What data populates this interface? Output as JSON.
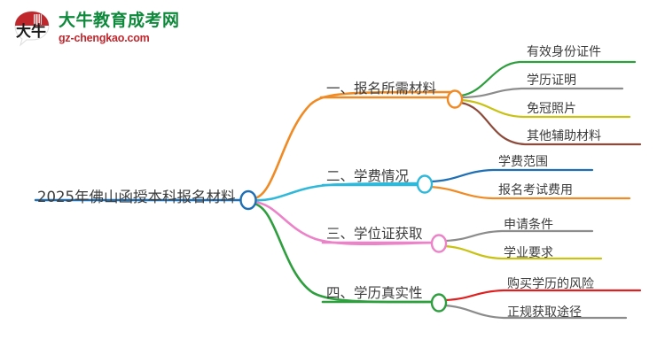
{
  "logo": {
    "icon": "speech-bubble-logo",
    "brand_cn": "大牛教育成考网",
    "brand_glyph": "大牛",
    "domain": "gz-chengkao.com",
    "brand_color": "#0f8a3c",
    "domain_color": "#c0272d",
    "mark_color": "#c0272d"
  },
  "mindmap": {
    "root": {
      "label": "2025年佛山函授本科报名材料",
      "color": "#1f6fb5"
    },
    "branches": [
      {
        "label": "一、报名所需材料",
        "color": "#f08a24",
        "children": [
          {
            "label": "有效身份证件",
            "color": "#2e9e3e"
          },
          {
            "label": "学历证明",
            "color": "#8c8c8c"
          },
          {
            "label": "免冠照片",
            "color": "#c8c215"
          },
          {
            "label": "其他辅助材料",
            "color": "#8c4a3a"
          }
        ]
      },
      {
        "label": "二、学费情况",
        "color": "#2fb8d9",
        "children": [
          {
            "label": "学费范围",
            "color": "#1f6fb5"
          },
          {
            "label": "报名考试费用",
            "color": "#f08a24"
          }
        ]
      },
      {
        "label": "三、学位证获取",
        "color": "#ec82c8",
        "children": [
          {
            "label": "申请条件",
            "color": "#8c8c8c"
          },
          {
            "label": "学业要求",
            "color": "#c8c215"
          }
        ]
      },
      {
        "label": "四、学历真实性",
        "color": "#2e9e3e",
        "children": [
          {
            "label": "购买学历的风险",
            "color": "#e02020"
          },
          {
            "label": "正规获取途径",
            "color": "#8c8c8c"
          }
        ]
      }
    ]
  }
}
